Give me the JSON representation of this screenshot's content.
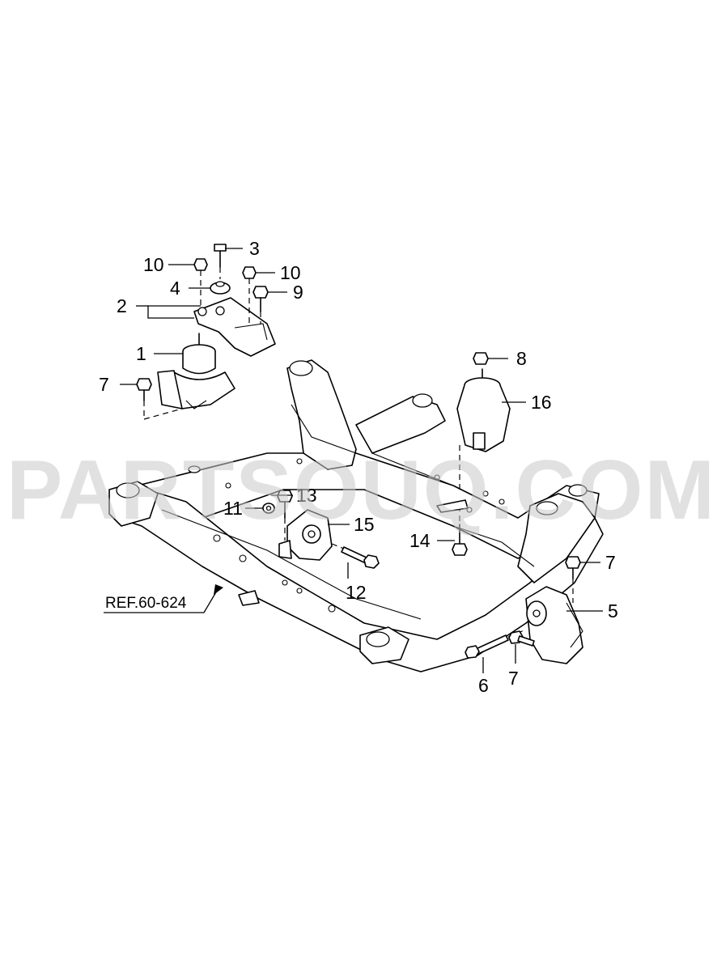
{
  "watermark": "PARTSOUQ.COM",
  "reference": "REF.60-624",
  "callouts": {
    "c1": "1",
    "c2": "2",
    "c3": "3",
    "c4": "4",
    "c5": "5",
    "c6": "6",
    "c7a": "7",
    "c7b": "7",
    "c7c": "7",
    "c8": "8",
    "c9": "9",
    "c10a": "10",
    "c10b": "10",
    "c11": "11",
    "c12": "12",
    "c13": "13",
    "c14": "14",
    "c15": "15",
    "c16": "16"
  }
}
